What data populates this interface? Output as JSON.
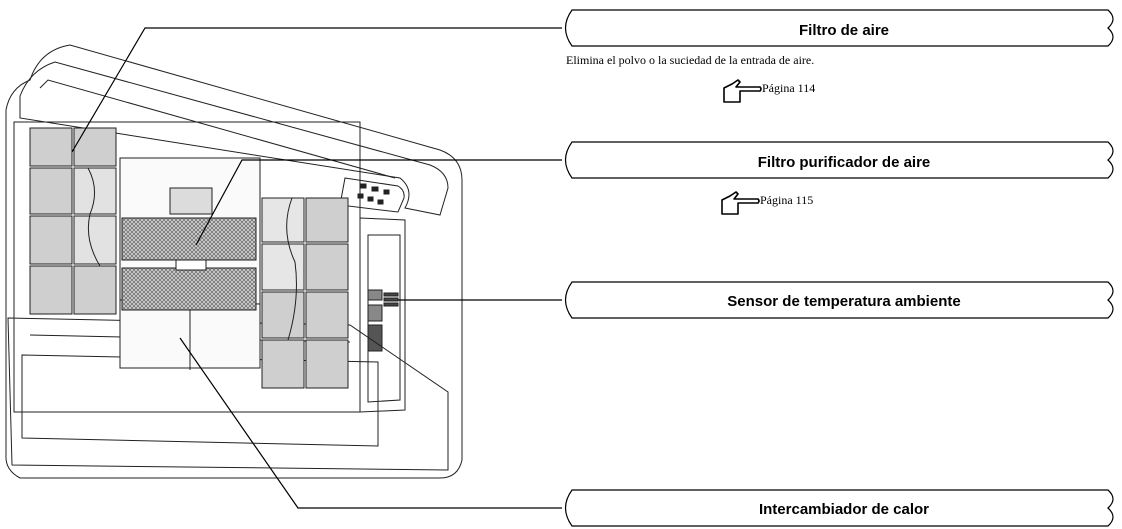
{
  "callouts": [
    {
      "title": "Filtro de aire"
    },
    {
      "title": "Filtro purificador de aire"
    },
    {
      "title": "Sensor de temperatura ambiente"
    },
    {
      "title": "Intercambiador de calor"
    }
  ],
  "descriptions": {
    "air_filter": "Elimina el polvo o la suciedad de la entrada de aire."
  },
  "page_refs": {
    "air_filter": "Página 114",
    "purifier_filter": "Página 115"
  },
  "icons": [
    "pointing-hand-icon"
  ]
}
